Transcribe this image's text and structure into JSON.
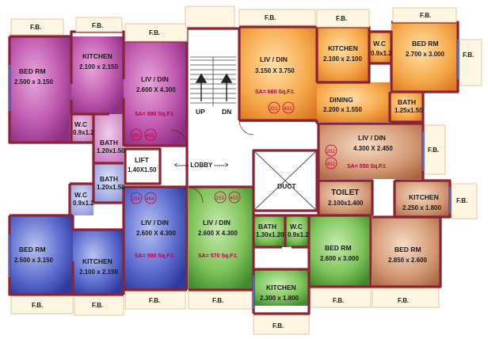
{
  "rooms": {
    "tl_bed": {
      "name": "BED RM",
      "dims": "2.500 x 3.150"
    },
    "tl_kitchen": {
      "name": "KITCHEN",
      "dims": "2.100 x 2.150"
    },
    "tl_livdin": {
      "name": "LIV / DIN",
      "dims": "2.600 X 4.300"
    },
    "tl_wc": {
      "name": "W.C",
      "dims": "0.9x1.2"
    },
    "tl_bath": {
      "name": "BATH",
      "dims": "1.20x1.50"
    },
    "lift": {
      "name": "LIFT",
      "dims": "1.40X1.50"
    },
    "bl_bath": {
      "name": "BATH",
      "dims": "1.20x1.50"
    },
    "bl_wc": {
      "name": "W.C",
      "dims": "0.9x1.2"
    },
    "bl_bed": {
      "name": "BED RM",
      "dims": "2.500 x 3.150"
    },
    "bl_kitchen": {
      "name": "KITCHEN",
      "dims": "2.100 x 2.150"
    },
    "bl_livdin": {
      "name": "LIV / DIN",
      "dims": "2.600 X 4.300"
    },
    "bc_livdin": {
      "name": "LIV / DIN",
      "dims": "2.600 X 4.300"
    },
    "bc_bath": {
      "name": "BATH",
      "dims": "1.30x1.20"
    },
    "bc_wc": {
      "name": "W.C",
      "dims": "0.9x1.2"
    },
    "bc_bed": {
      "name": "BED RM",
      "dims": "2.600 x 3.000"
    },
    "bc_kitchen": {
      "name": "KITCHEN",
      "dims": "2.300 x 1.800"
    },
    "tr_livdin": {
      "name": "LIV / DIN",
      "dims": "3.150 X 3.750"
    },
    "tr_kitchen": {
      "name": "KITCHEN",
      "dims": "2.100 x 2.100"
    },
    "tr_wc": {
      "name": "W.C",
      "dims": "0.9x1.2"
    },
    "tr_bed": {
      "name": "BED RM",
      "dims": "2.700 x 3.000"
    },
    "tr_dining": {
      "name": "DINING",
      "dims": "2.200 x 1.550"
    },
    "tr_bath": {
      "name": "BATH",
      "dims": "1.25x1.50"
    },
    "r_livdin": {
      "name": "LIV / DIN",
      "dims": "4.300 X 2.450"
    },
    "r_toilet": {
      "name": "TOILET",
      "dims": "2.100x1.400"
    },
    "r_kitchen": {
      "name": "KITCHEN",
      "dims": "2.250 x 1.800"
    },
    "r_bed": {
      "name": "BED RM",
      "dims": "2.850 x 2.600"
    }
  },
  "areas": {
    "tl": "SA= 590 Sq.F.t.",
    "bl": "SA= 590 Sq.F.t.",
    "bc": "SA= 570 Sq.F.t.",
    "tr": "SA= 660 Sq.F.t.",
    "r": "SA= 550 Sq.F.t."
  },
  "flats": {
    "tl": [
      "205",
      "405"
    ],
    "bl": [
      "204",
      "404"
    ],
    "bc": [
      "203",
      "403"
    ],
    "tr": [
      "201",
      "401"
    ],
    "r": [
      "202",
      "402"
    ]
  },
  "core": {
    "lobby": "<----- LOBBY ----->",
    "duct": "DUCT",
    "up": "UP",
    "dn": "DN"
  },
  "fb_label": "F.B."
}
